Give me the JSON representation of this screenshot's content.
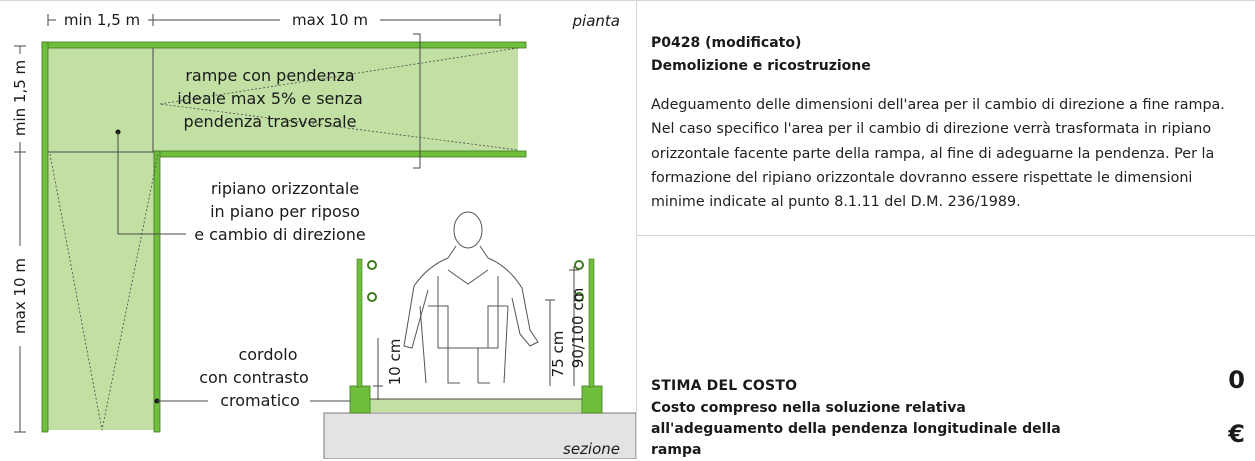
{
  "drawing": {
    "plan_label": "pianta",
    "section_label": "sezione",
    "dim_min_top": "min 1,5 m",
    "dim_max_top": "max 10 m",
    "dim_min_side": "min 1,5 m",
    "dim_max_side": "max 10 m",
    "ramp_note": [
      "rampe con pendenza",
      "ideale max 5% e senza",
      "pendenza trasversale"
    ],
    "landing_note": [
      "ripiano orizzontale",
      "in piano per riposo",
      "e cambio di direzione"
    ],
    "curb_note": [
      "cordolo",
      "con contrasto",
      "cromatico"
    ],
    "dim_10cm": "10 cm",
    "dim_75cm": "75 cm",
    "dim_90_100cm": "90/100 cm",
    "colors": {
      "fill": "#c2dfa4",
      "green": "#6fbe3c",
      "line": "#4a4a4a"
    }
  },
  "info": {
    "code": "P0428 (modificato)",
    "title": "Demolizione e ricostruzione",
    "description": "Adeguamento delle dimensioni dell'area per il cambio di direzione a fine rampa. Nel caso specifico l'area per il cambio di direzione verrà trasformata in ripiano orizzontale facente parte della rampa, al fine di adeguarne la pendenza. Per la formazione del ripiano orizzontale dovranno essere rispettate le dimensioni minime indicate al punto 8.1.11 del D.M. 236/1989."
  },
  "cost": {
    "label": "STIMA DEL COSTO",
    "description": "Costo compreso nella soluzione relativa all'adeguamento della pendenza longitudinale della rampa",
    "value": "0",
    "unit": "€"
  }
}
